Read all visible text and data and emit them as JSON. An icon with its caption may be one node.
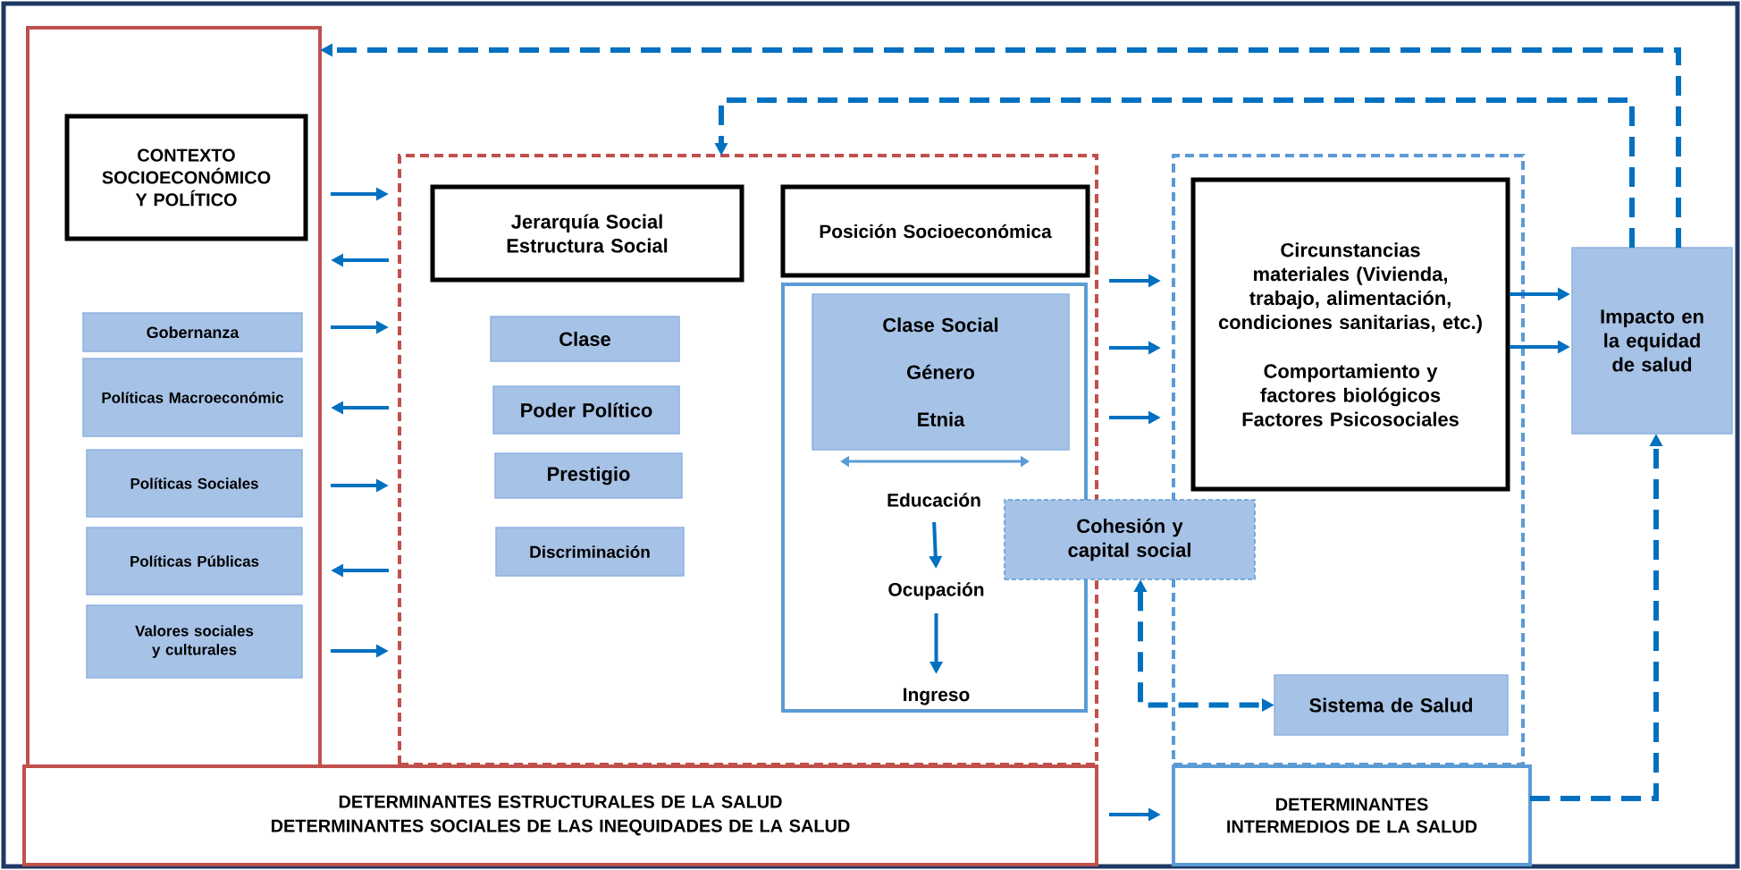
{
  "diagram": {
    "nodes": [
      {
        "text": [],
        "shape": "box"
      },
      {
        "text": [
          "CONTEXTO SOCIOECONÓMICO Y POLÍTICO"
        ],
        "in": 0
      },
      {
        "text": [
          "Gobernanza"
        ],
        "in": 0
      },
      {
        "text": [
          "Políticas Macroeconómic"
        ],
        "in": 0
      },
      {
        "text": [
          "Políticas Sociales"
        ],
        "in": 0
      },
      {
        "text": [
          "Políticas Públicas"
        ],
        "in": 0
      },
      {
        "text": [
          "Valores sociales y culturales"
        ],
        "in": 0
      },
      {
        "text": [],
        "shape": "box"
      },
      {
        "text": [
          "Jerarquía Social Estructura Social"
        ],
        "in": 7
      },
      {
        "text": [
          "Clase"
        ],
        "in": 7
      },
      {
        "text": [
          "Poder Político"
        ],
        "in": 7
      },
      {
        "text": [
          "Prestigio"
        ],
        "in": 7
      },
      {
        "text": [
          "Discriminación"
        ],
        "in": 7
      },
      {
        "text": [
          "Posición Socioeconómica"
        ],
        "in": 7
      },
      {
        "text": [],
        "shape": "box",
        "in": 7
      },
      {
        "text": [
          "Clase Social",
          "Género",
          "Etnia"
        ],
        "in": 14
      },
      {
        "text": [
          "Educación"
        ],
        "in": 14
      },
      {
        "text": [
          "Ocupación"
        ],
        "in": 14
      },
      {
        "text": [
          "Ingreso"
        ],
        "in": 14
      },
      {
        "text": [],
        "shape": "box"
      },
      {
        "text": [
          "Circunstancias materiales (Vivienda, trabajo, alimentación, condiciones sanitarias, etc.)",
          "Comportamiento y factores biológicos Factores Psicosociales"
        ],
        "in": 19
      },
      {
        "text": [
          "Cohesión y capital social"
        ]
      },
      {
        "text": [
          "Sistema de Salud"
        ],
        "in": 19
      },
      {
        "text": [
          "Impacto en la equidad de salud"
        ]
      },
      {
        "text": [
          "DETERMINANTES ESTRUCTURALES DE LA SALUD",
          "DETERMINANTES SOCIALES DE LAS INEQUIDADES DE LA SALUD"
        ]
      },
      {
        "text": [
          "DETERMINANTES INTERMEDIOS DE LA SALUD"
        ]
      }
    ],
    "edges": [
      {
        "from": 0,
        "to": 7,
        "arrow": "to"
      },
      {
        "from": 7,
        "to": 0,
        "arrow": "to"
      },
      {
        "from": 0,
        "to": 7,
        "arrow": "to"
      },
      {
        "from": 7,
        "to": 0,
        "arrow": "to"
      },
      {
        "from": 0,
        "to": 7,
        "arrow": "to"
      },
      {
        "from": 7,
        "to": 0,
        "arrow": "to"
      },
      {
        "from": 0,
        "to": 7,
        "arrow": "to"
      },
      {
        "from": 23,
        "to": 0,
        "arrow": "to",
        "style": "dashed"
      },
      {
        "from": 23,
        "to": 7,
        "arrow": "to",
        "style": "dashed"
      },
      {
        "from": 7,
        "to": 19,
        "arrow": "to"
      },
      {
        "from": 7,
        "to": 19,
        "arrow": "to"
      },
      {
        "from": 7,
        "to": 19,
        "arrow": "to"
      },
      {
        "from": 20,
        "to": 23,
        "arrow": "to"
      },
      {
        "from": 20,
        "to": 23,
        "arrow": "to"
      },
      {
        "from": 16,
        "to": 17,
        "arrow": "to"
      },
      {
        "from": 17,
        "to": 18,
        "arrow": "to"
      },
      {
        "from": 21,
        "to": 22,
        "arrow": "both",
        "style": "dashed"
      },
      {
        "from": 24,
        "to": 25,
        "arrow": "to"
      },
      {
        "from": 25,
        "to": 23,
        "arrow": "to",
        "style": "dashed"
      }
    ]
  }
}
